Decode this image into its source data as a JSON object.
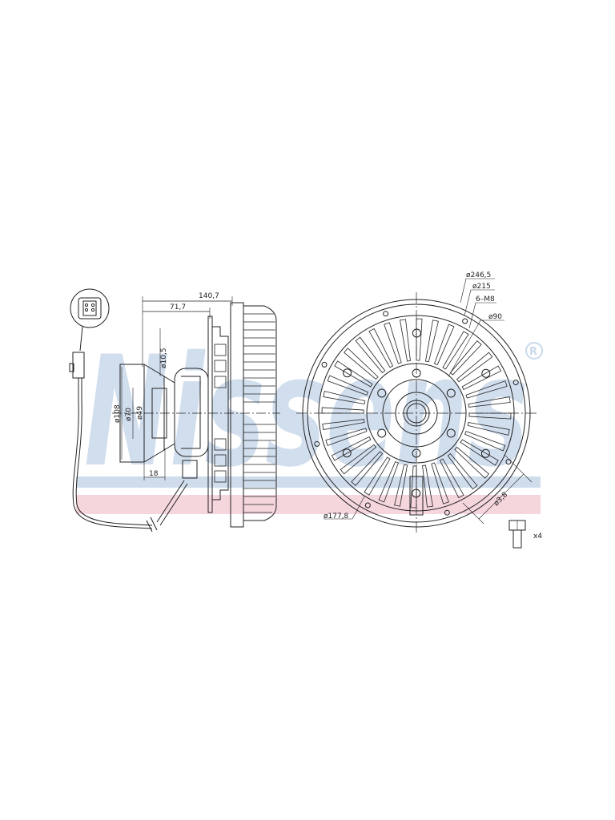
{
  "watermark": {
    "text": "Nissens",
    "registered_mark": "®",
    "colors": {
      "blue": "#c9d9ec",
      "red": "#f4d4da"
    }
  },
  "side_view": {
    "dimensions": {
      "overall_length": "140,7",
      "hub_length": "71,7",
      "diameter_10_5": "ø10,5",
      "diameter_108": "ø108",
      "diameter_70": "ø70",
      "diameter_49": "ø49",
      "offset_18": "18"
    }
  },
  "front_view": {
    "dimensions": {
      "outer_diameter": "ø246,5",
      "bolt_circle_outer": "ø215",
      "thread": "6–M8",
      "hub_diameter": "ø90",
      "bolt_circle_inner": "ø177,8",
      "hole_diameter": "ø3,8"
    }
  },
  "bolt_callout": {
    "quantity": "x4"
  }
}
